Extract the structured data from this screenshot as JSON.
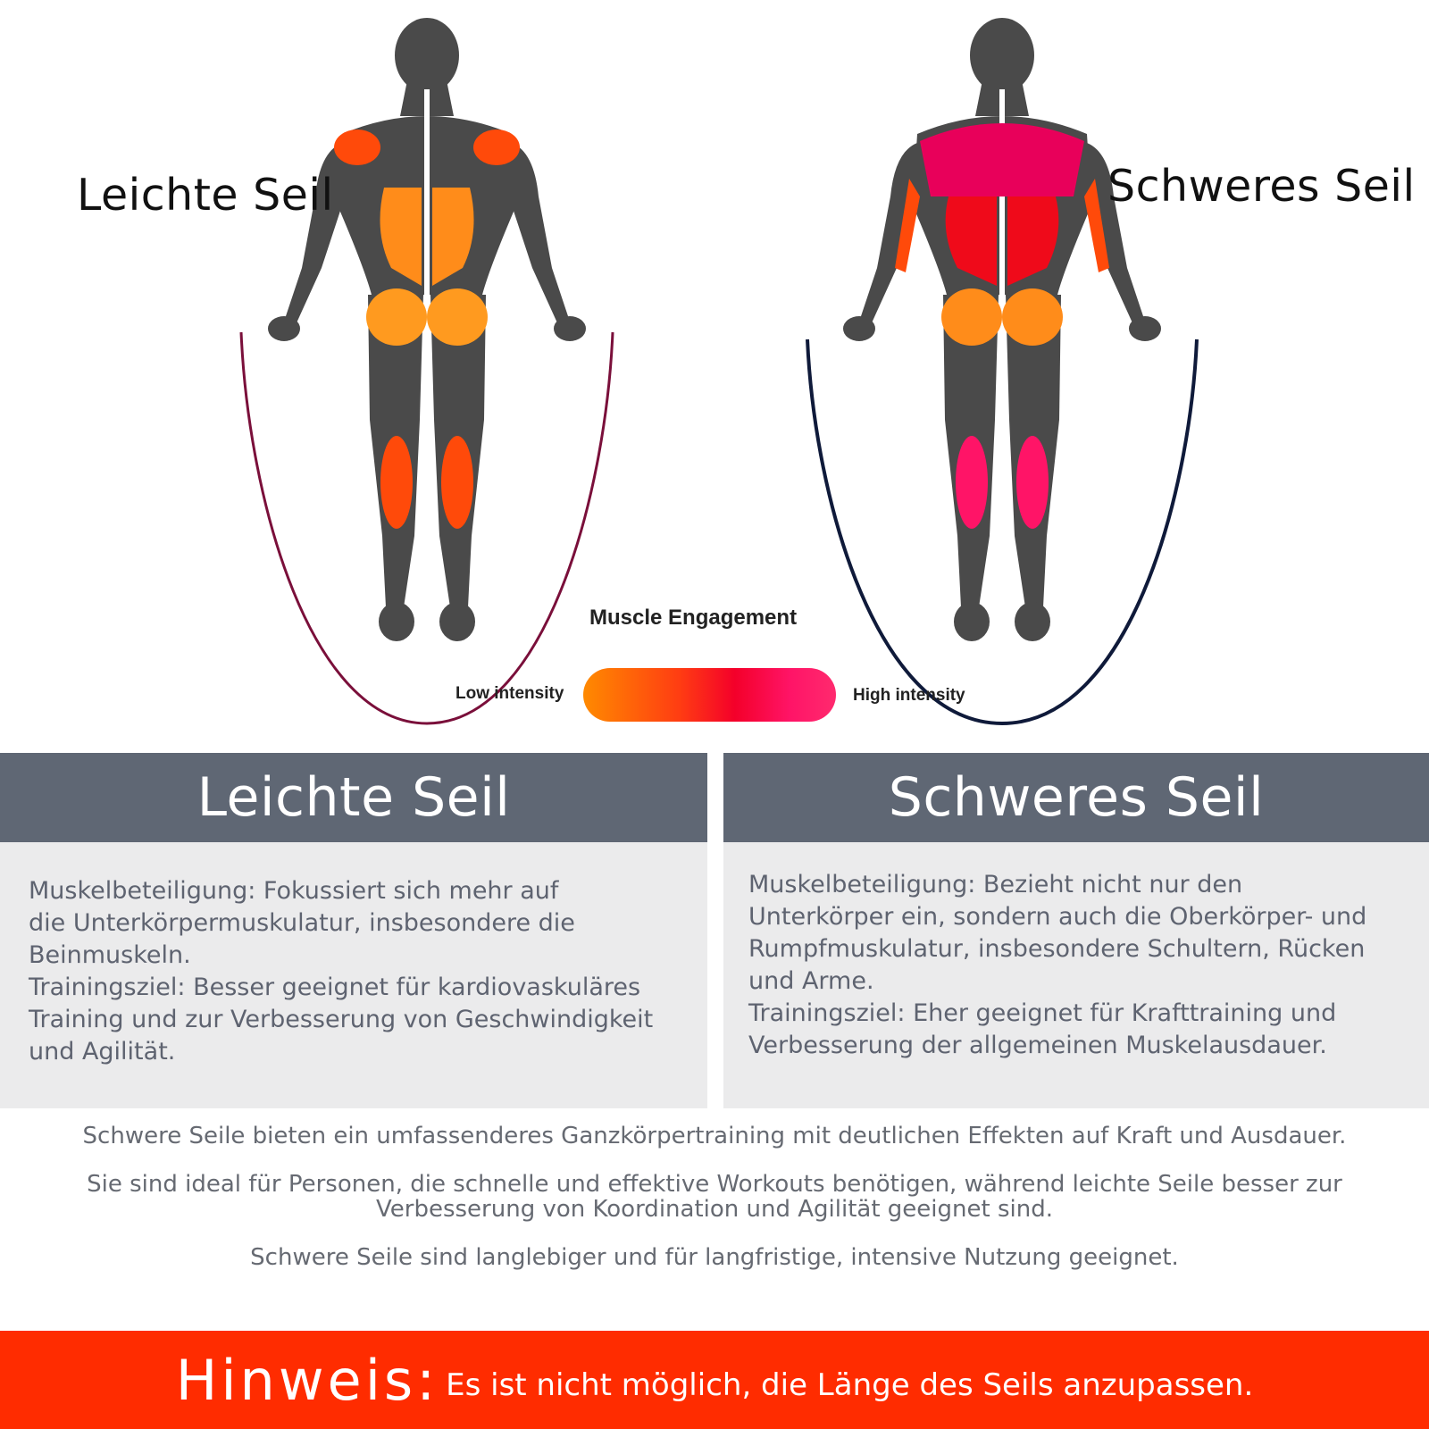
{
  "figure": {
    "label_left": "Leichte Seil",
    "label_right": "Schweres Seil",
    "legend": {
      "title": "Muscle Engagement",
      "low_label": "Low intensity",
      "high_label": "High intensity",
      "gradient_colors": [
        "#ff8a00",
        "#ff3d12",
        "#f4002a",
        "#ff1467"
      ]
    },
    "colors": {
      "body": "#4a4a4a",
      "light_rope": "#7a0f3a",
      "heavy_rope": "#0f1a3a",
      "orange": "#ff8c1a",
      "red_orange": "#ff4a0a",
      "red": "#ef0a1a",
      "magenta": "#e8005a"
    }
  },
  "comparison": {
    "light": {
      "title": "Leichte Seil",
      "lines": [
        "Muskelbeteiligung: Fokussiert sich mehr auf",
        "die Unterkörpermuskulatur, insbesondere die",
        "Beinmuskeln.",
        "Trainingsziel: Besser geeignet für kardiovaskuläres",
        "Training und zur Verbesserung von Geschwindigkeit",
        "und Agilität."
      ]
    },
    "heavy": {
      "title": "Schweres Seil",
      "lines": [
        "Muskelbeteiligung: Bezieht nicht nur den",
        "Unterkörper ein, sondern auch die Oberkörper- und",
        "Rumpfmuskulatur, insbesondere Schultern, Rücken",
        "und Arme.",
        "Trainingsziel: Eher geeignet für Krafttraining und",
        "Verbesserung der allgemeinen Muskelausdauer."
      ]
    }
  },
  "summary": {
    "p1": "Schwere Seile bieten ein umfassenderes Ganzkörpertraining mit deutlichen Effekten auf Kraft und Ausdauer.",
    "p2_line1": "Sie sind ideal für Personen, die schnelle und effektive Workouts benötigen, während leichte Seile besser zur",
    "p2_line2": "Verbesserung von Koordination und Agilität geeignet sind.",
    "p3": "Schwere Seile sind langlebiger und für langfristige, intensive Nutzung geeignet."
  },
  "note": {
    "label": "Hinweis:",
    "text": "Es ist nicht möglich, die Länge des Seils anzupassen."
  }
}
